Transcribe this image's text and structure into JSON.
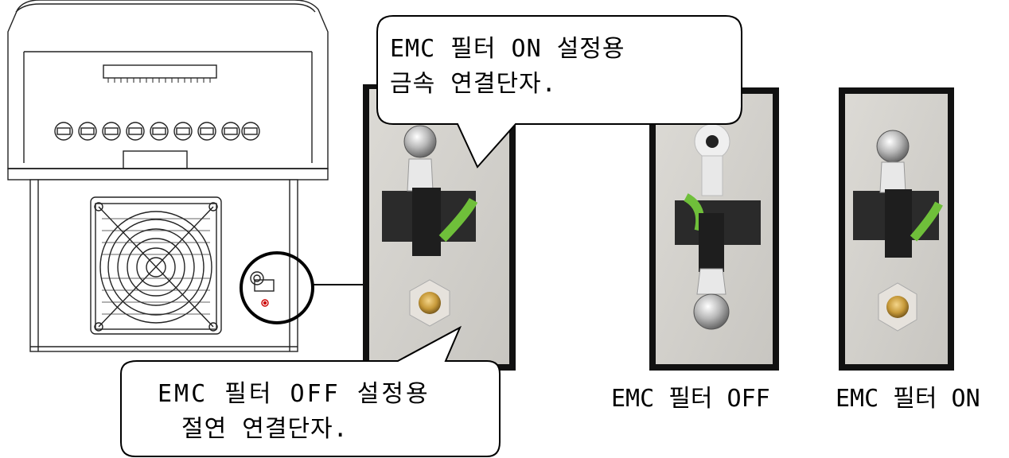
{
  "callouts": {
    "on_connector": {
      "line1": "EMC 필터 ON 설정용",
      "line2": "금속 연결단자."
    },
    "off_connector": {
      "line1": "EMC 필터 OFF 설정용",
      "line2": "절연 연결단자."
    }
  },
  "captions": {
    "filter_off": "EMC 필터 OFF",
    "filter_on": "EMC 필터 ON"
  },
  "icons": [
    "fan-icon",
    "screw-terminal-icon",
    "arrow-icon",
    "highlight-circle-icon"
  ],
  "colors": {
    "panel_bg": "#d2d0cb",
    "photo_frame": "#111111",
    "wire_green": "#6fbf3a",
    "insulation_black": "#222222",
    "brass": "#c79a3a"
  }
}
